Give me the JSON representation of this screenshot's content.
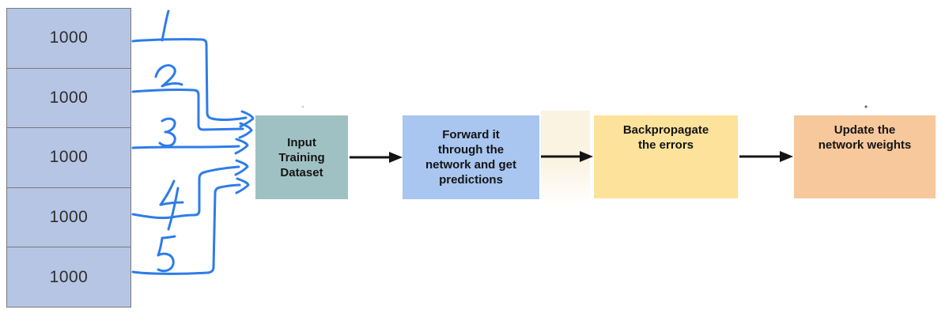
{
  "dataset_table": {
    "rows": [
      "1000",
      "1000",
      "1000",
      "1000",
      "1000"
    ]
  },
  "hand_annotations": {
    "labels": [
      "1",
      "2",
      "3",
      "4",
      "5"
    ],
    "description": "hand-drawn blue numbered arrows from each dataset row into the Input Training Dataset box"
  },
  "flow": {
    "boxes": [
      {
        "id": "input",
        "label": "Input Training Dataset",
        "lines": [
          "Input",
          "Training",
          "Dataset"
        ]
      },
      {
        "id": "forward",
        "label": "Forward it through the network and get predictions",
        "lines": [
          "Forward it",
          "through the",
          "network and get",
          "predictions"
        ]
      },
      {
        "id": "backprop",
        "label": "Backpropagate the errors",
        "lines": [
          "Backpropagate",
          "the errors"
        ]
      },
      {
        "id": "update",
        "label": "Update the network weights",
        "lines": [
          "Update the",
          "network weights"
        ]
      }
    ]
  },
  "colors": {
    "table_fill": "#b6c5e4",
    "table_border": "#7a7a7a",
    "table_text": "#2e2e2e",
    "box_input": "#a0c1c4",
    "box_forward": "#a8c6f0",
    "box_backprop": "#fce29b",
    "box_update": "#f6c89c",
    "box_text": "#141414",
    "hand_blue": "#2e7ce8",
    "arrow_black": "#141414",
    "cream": "#fbf3e2"
  }
}
